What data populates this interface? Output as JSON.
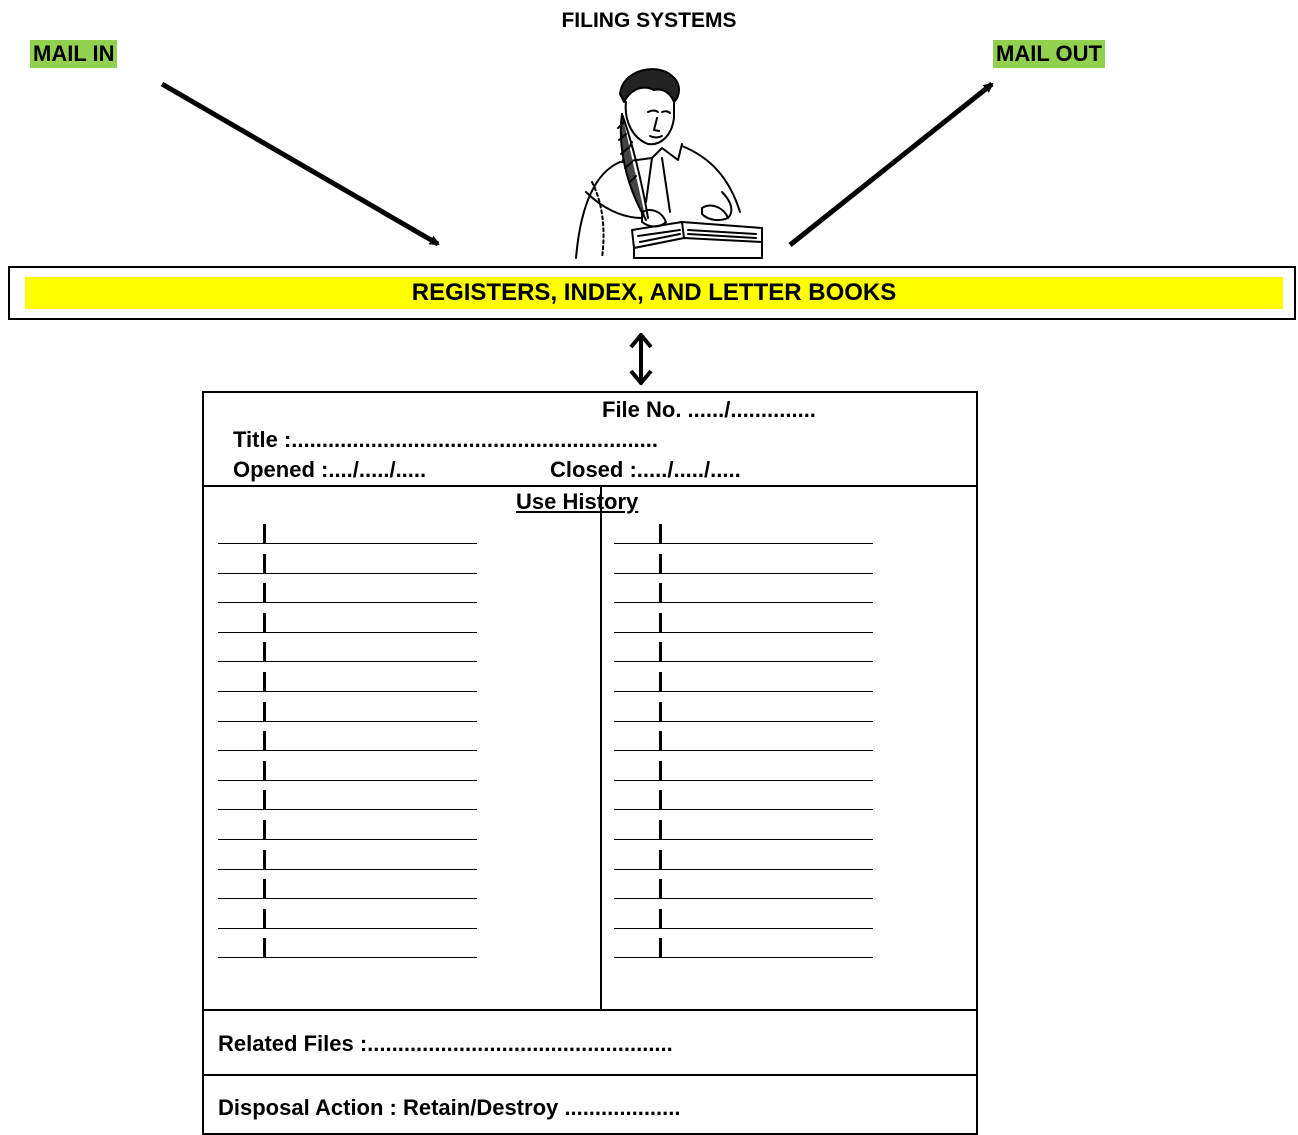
{
  "title": "FILING SYSTEMS",
  "mail_in": "MAIL IN",
  "mail_out": "MAIL OUT",
  "register_label": "REGISTERS, INDEX, AND LETTER BOOKS",
  "card": {
    "file_no": "File No. ....../..............",
    "title_line": "Title :............................................................",
    "opened": "Opened :..../...../.....",
    "closed": "Closed :...../...../.....",
    "use_history": "Use History",
    "history_rows_per_column": 15,
    "related_files": "Related Files :..................................................",
    "disposal_action": "Disposal Action : Retain/Destroy ..................."
  },
  "colors": {
    "green_label": "#92d050",
    "yellow_band": "#ffff00"
  }
}
